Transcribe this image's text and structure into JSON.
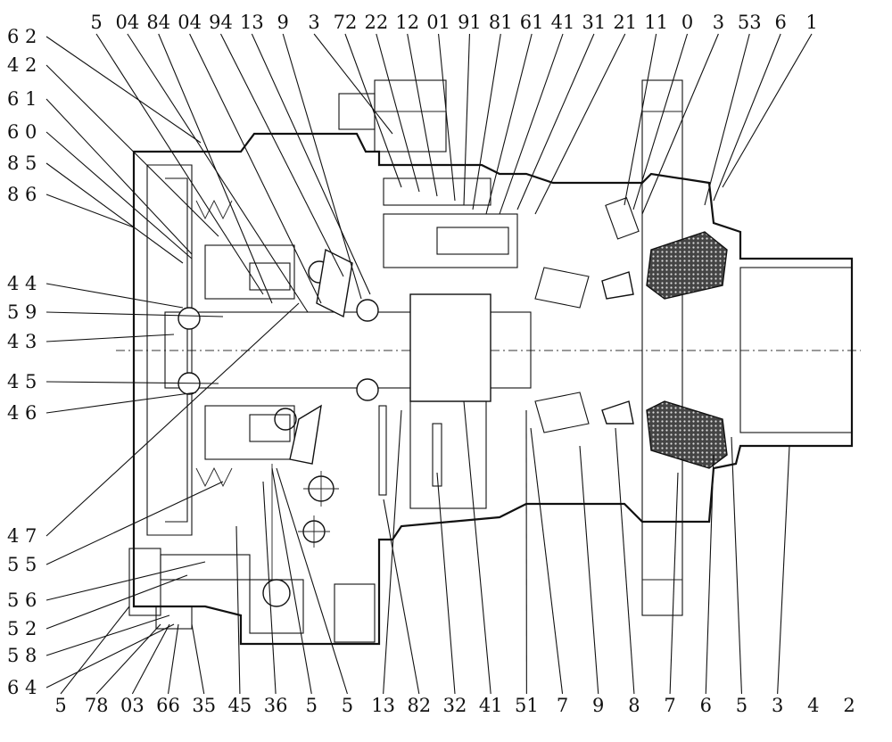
{
  "top_labels": [
    "5",
    "04",
    "84",
    "04",
    "94",
    "13",
    "9",
    "3",
    "72",
    "22",
    "12",
    "01",
    "91",
    "81",
    "61",
    "41",
    "31",
    "21",
    "11",
    "0",
    "3",
    "53",
    "6",
    "1"
  ],
  "left_labels": [
    "6 2",
    "4 2",
    "6 1",
    "6 0",
    "8 5",
    "8 6",
    "4 4",
    "5 9",
    "4 3",
    "4 5",
    "4 6",
    "4 7",
    "5 5",
    "5 6",
    "5 2",
    "5 8",
    "6 4"
  ],
  "bottom_labels": [
    "5",
    "78",
    "03",
    "66",
    "35",
    "45",
    "36",
    "5",
    "5",
    "13",
    "82",
    "32",
    "41",
    "51",
    "7",
    "9",
    "8",
    "7",
    "6",
    "5",
    "3",
    "4",
    "2"
  ]
}
